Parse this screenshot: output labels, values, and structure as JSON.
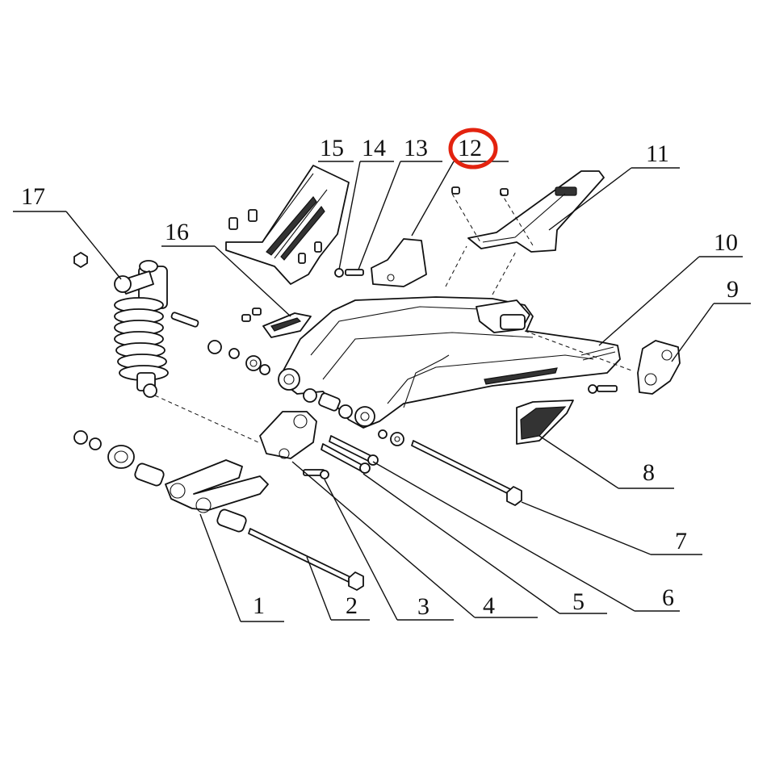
{
  "diagram": {
    "callouts": [
      {
        "id": "1",
        "label": "1"
      },
      {
        "id": "2",
        "label": "2"
      },
      {
        "id": "3",
        "label": "3"
      },
      {
        "id": "4",
        "label": "4"
      },
      {
        "id": "5",
        "label": "5"
      },
      {
        "id": "6",
        "label": "6"
      },
      {
        "id": "7",
        "label": "7"
      },
      {
        "id": "8",
        "label": "8"
      },
      {
        "id": "9",
        "label": "9"
      },
      {
        "id": "10",
        "label": "10"
      },
      {
        "id": "11",
        "label": "11"
      },
      {
        "id": "12",
        "label": "12"
      },
      {
        "id": "13",
        "label": "13"
      },
      {
        "id": "14",
        "label": "14"
      },
      {
        "id": "15",
        "label": "15"
      },
      {
        "id": "16",
        "label": "16"
      },
      {
        "id": "17",
        "label": "17"
      }
    ],
    "highlighted_callout": "12",
    "highlight_color": "#e3230f",
    "line_color": "#111111"
  }
}
